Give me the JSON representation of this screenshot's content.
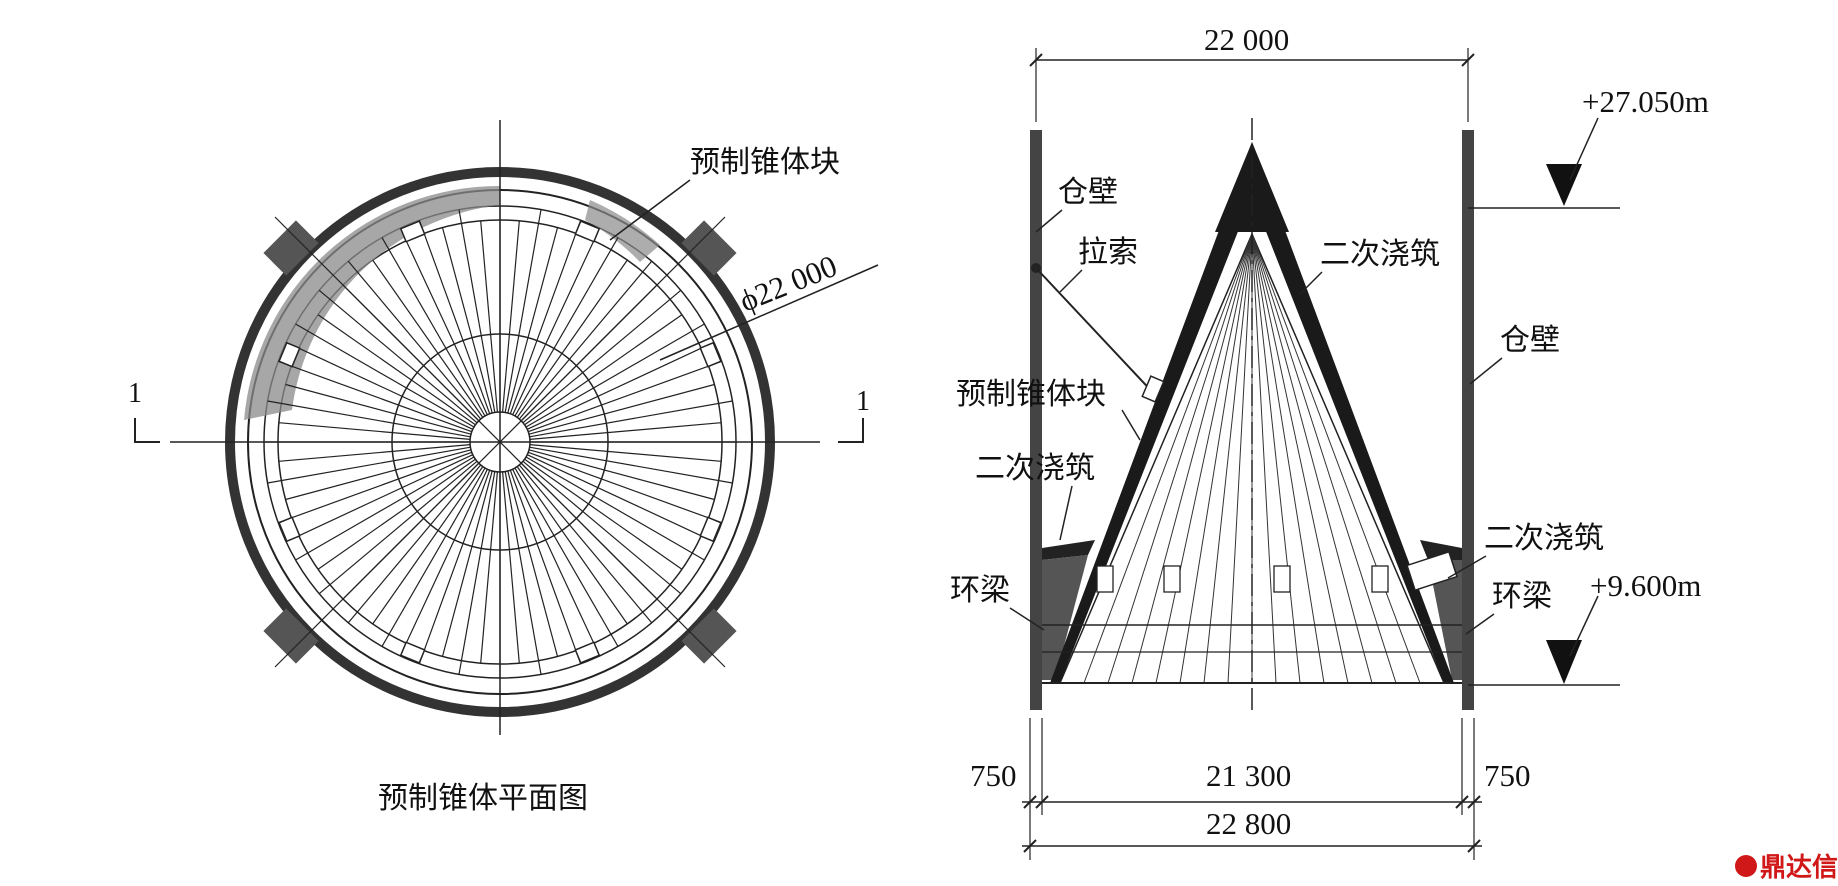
{
  "plan": {
    "caption": "预制锥体平面图",
    "label_block": "预制锥体块",
    "label_diameter": "ϕ22 000",
    "section_left": "1",
    "section_right": "1"
  },
  "section": {
    "dim_top": "22 000",
    "elev_top": "+27.050m",
    "elev_bottom": "+9.600m",
    "label_wall_left": "仓壁",
    "label_wall_right": "仓壁",
    "label_cable": "拉索",
    "label_block": "预制锥体块",
    "label_pour_top_right": "二次浇筑",
    "label_pour_left": "二次浇筑",
    "label_pour_right": "二次浇筑",
    "label_ring_left": "环梁",
    "label_ring_right": "环梁",
    "dim_wall_left": "750",
    "dim_inner": "21 300",
    "dim_wall_right": "750",
    "dim_total": "22 800"
  },
  "watermark": {
    "text": "鼎达信",
    "color": "#d01818"
  }
}
